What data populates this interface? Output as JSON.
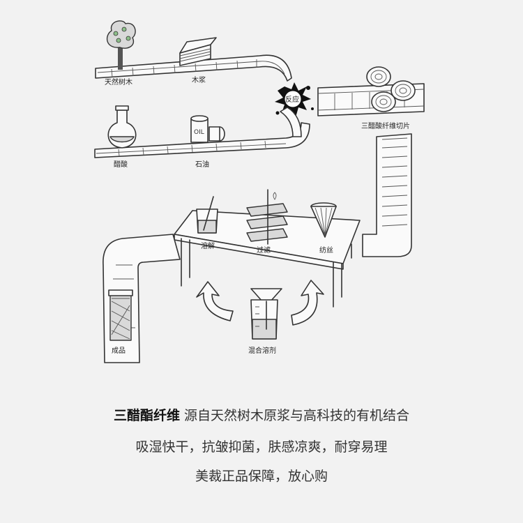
{
  "labels": {
    "tree": "天然树木",
    "pulp": "木浆",
    "reaction": "反应",
    "slices": "三醋酸纤维切片",
    "acid": "醋酸",
    "oil_label": "OIL",
    "oil": "石油",
    "dissolve": "溶解",
    "filter": "过滤",
    "spin": "纺丝",
    "mix_solvent": "混合溶剂",
    "product": "成品"
  },
  "caption": {
    "line1_bold": "三醋酯纤维",
    "line1_rest": " 源自天然树木原浆与高科技的有机结合",
    "line2": "吸湿快干，抗皱抑菌，肤感凉爽，耐穿易理",
    "line3": "美裁正品保障，放心购"
  }
}
